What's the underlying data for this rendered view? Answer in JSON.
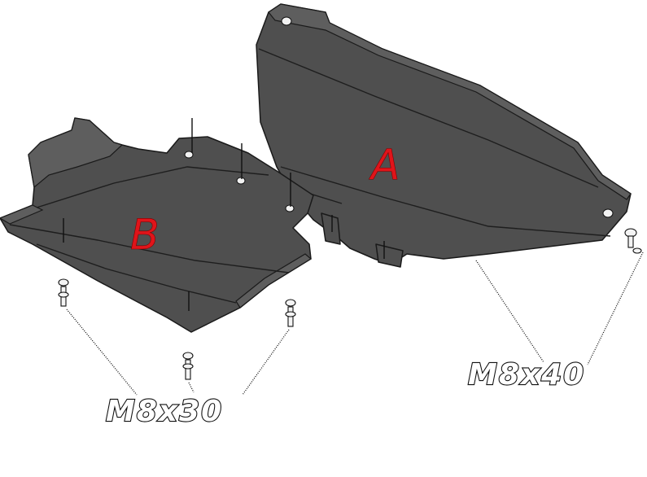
{
  "parts": [
    {
      "id": "A",
      "letter": "A",
      "color": "#e0141a"
    },
    {
      "id": "B",
      "letter": "B",
      "color": "#e0141a"
    }
  ],
  "bolt_labels": [
    {
      "id": "m8x40",
      "text": "M8x40"
    },
    {
      "id": "m8x30",
      "text": "M8x30"
    }
  ],
  "colors": {
    "plate": "#4f4f4f",
    "outline": "#1a1a1a",
    "letter": "#e0141a",
    "background": "#ffffff"
  }
}
